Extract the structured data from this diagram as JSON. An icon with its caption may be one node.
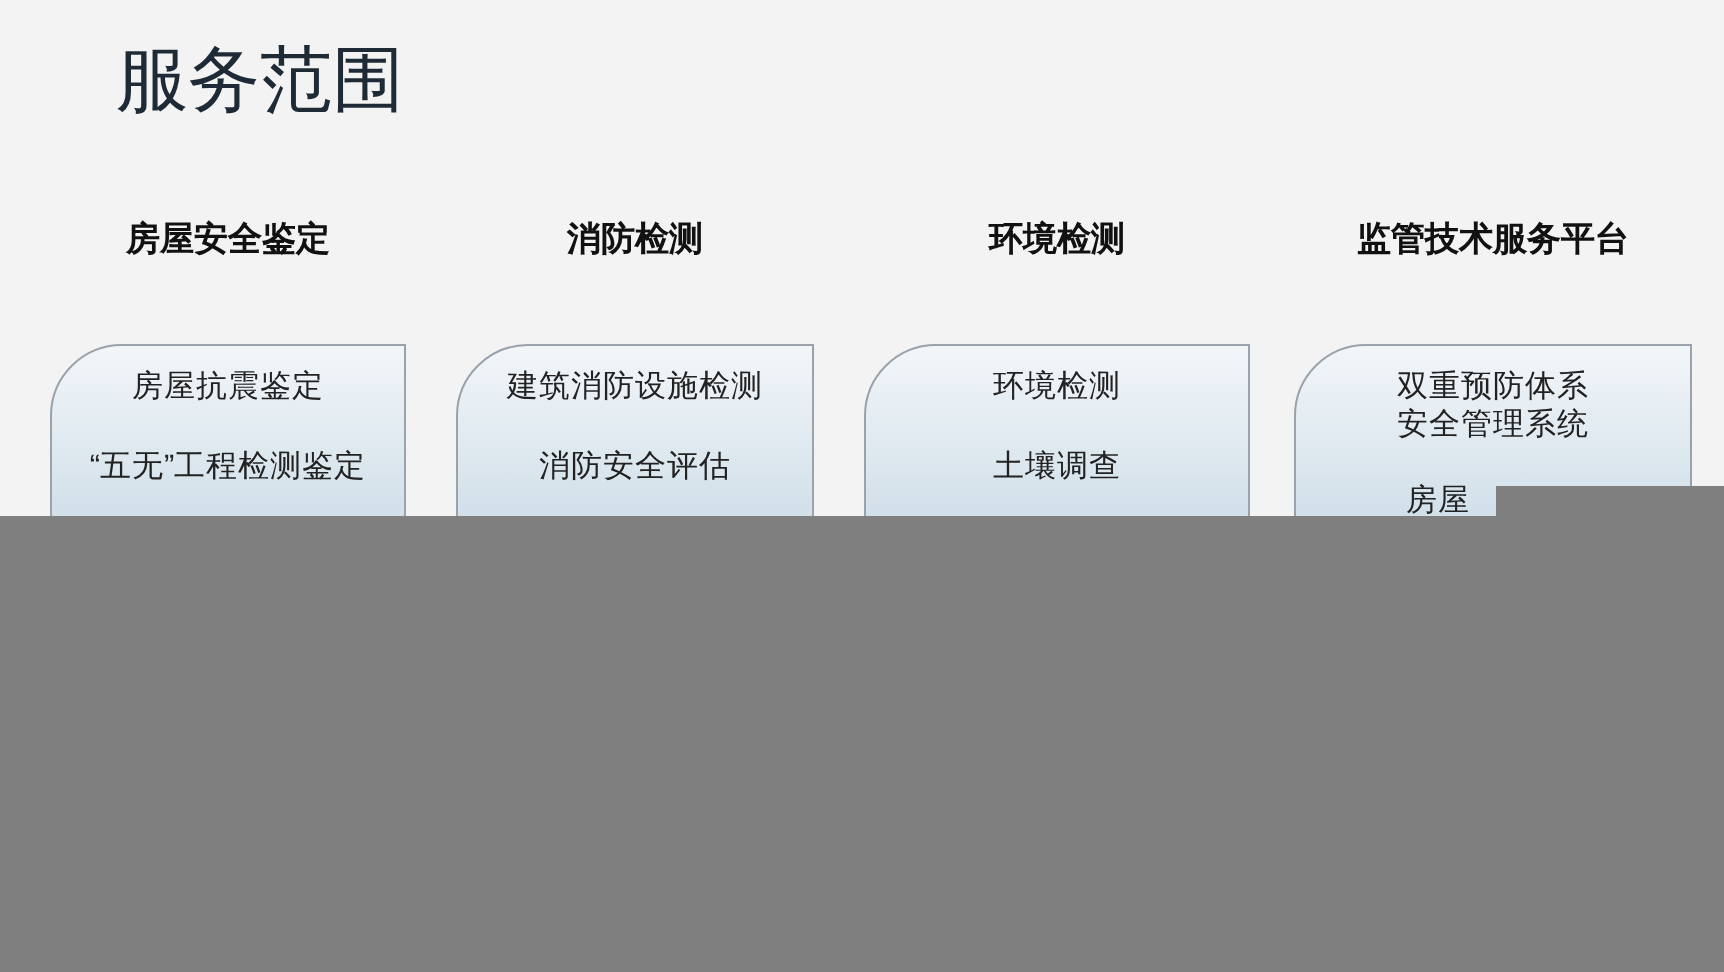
{
  "diagram": {
    "title": "服务范围",
    "nodes": [
      {
        "text": [
          "房屋安全鉴定",
          "房屋抗震鉴定",
          "“五无”工程检测鉴定"
        ]
      },
      {
        "text": [
          "消防检测",
          "建筑消防设施检测",
          "消防安全评估"
        ]
      },
      {
        "text": [
          "环境检测",
          "环境检测",
          "土壤调查"
        ]
      },
      {
        "text": [
          "监管技术服务平台",
          "双重预防体系安全管理系统",
          "房屋"
        ]
      }
    ]
  }
}
